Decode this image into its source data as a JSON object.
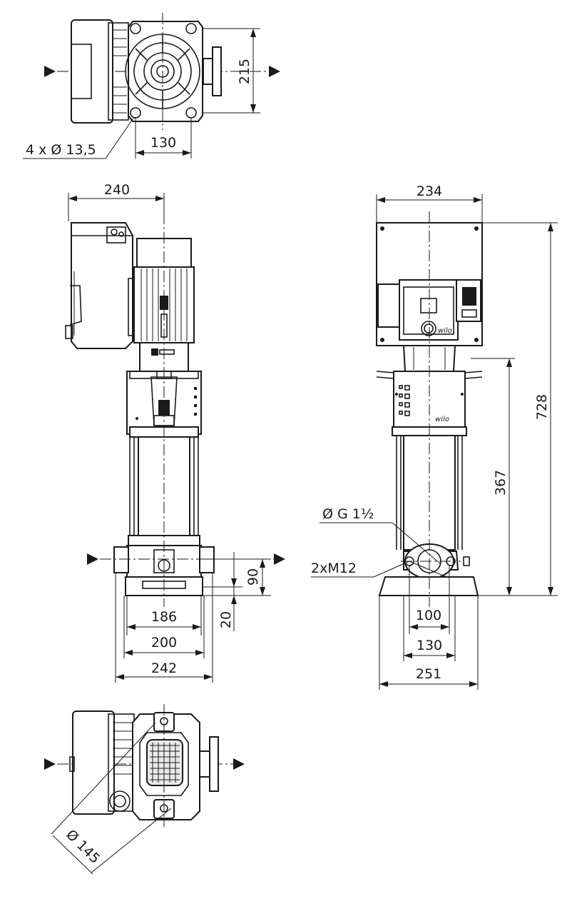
{
  "dimensions": {
    "top_view": {
      "height": "215",
      "hole_spacing": "130",
      "holes": "4 x Ø 13,5"
    },
    "front_view": {
      "motor_width": "240",
      "base_186": "186",
      "base_200": "200",
      "base_242": "242",
      "inlet_height": "90",
      "base_height": "20"
    },
    "side_view": {
      "box_width": "234",
      "total_height": "728",
      "outlet_height": "367",
      "connection": "Ø G 1½",
      "bolts": "2xM12",
      "flange_100": "100",
      "flange_130": "130",
      "base_251": "251"
    },
    "bottom_view": {
      "diameter": "Ø 145"
    }
  },
  "brand": "wilo",
  "colors": {
    "line": "#1a1a1a",
    "background": "#ffffff",
    "fill": "#e9e9e9"
  }
}
